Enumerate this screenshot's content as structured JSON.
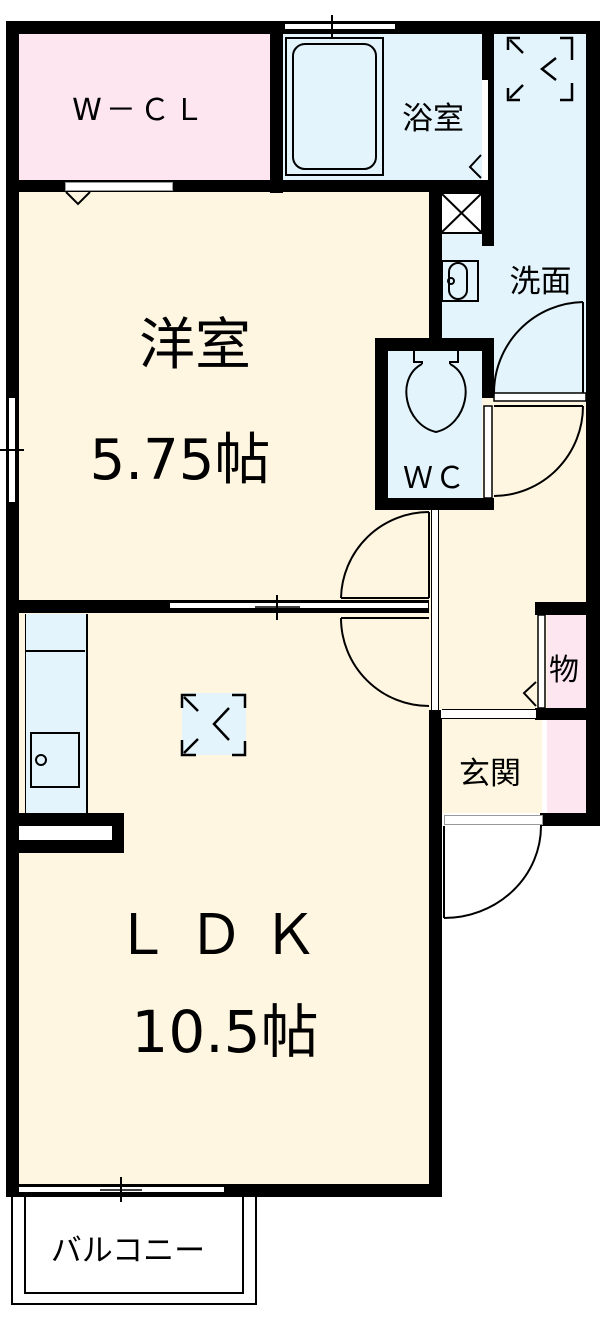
{
  "floorplan": {
    "colors": {
      "wall": "#000000",
      "living_fill": "#fef6e0",
      "wet_fill": "#e3f4fd",
      "storage_fill": "#fde6ef",
      "exterior": "#ffffff"
    },
    "rooms": {
      "wcl": {
        "label": "W－ＣＬ"
      },
      "bath": {
        "label": "浴室"
      },
      "washroom": {
        "label": "洗面"
      },
      "bedroom": {
        "label": "洋室",
        "size": "5.75帖"
      },
      "toilet": {
        "label": "ＷＣ"
      },
      "storage": {
        "label": "物"
      },
      "entrance": {
        "label": "玄関"
      },
      "ldk": {
        "label": "ＬＤＫ",
        "size": "10.5帖"
      },
      "balcony": {
        "label": "バルコニー"
      }
    },
    "icons": {
      "ventilation_bath": "ventilation-fan-icon",
      "ventilation_ldk": "ventilation-fan-icon",
      "pipe_shaft": "pipe-shaft-x-icon",
      "washbasin": "washbasin-icon",
      "toilet": "toilet-bowl-icon",
      "bathtub": "bathtub-icon",
      "kitchen_sink": "kitchen-sink-icon"
    }
  }
}
